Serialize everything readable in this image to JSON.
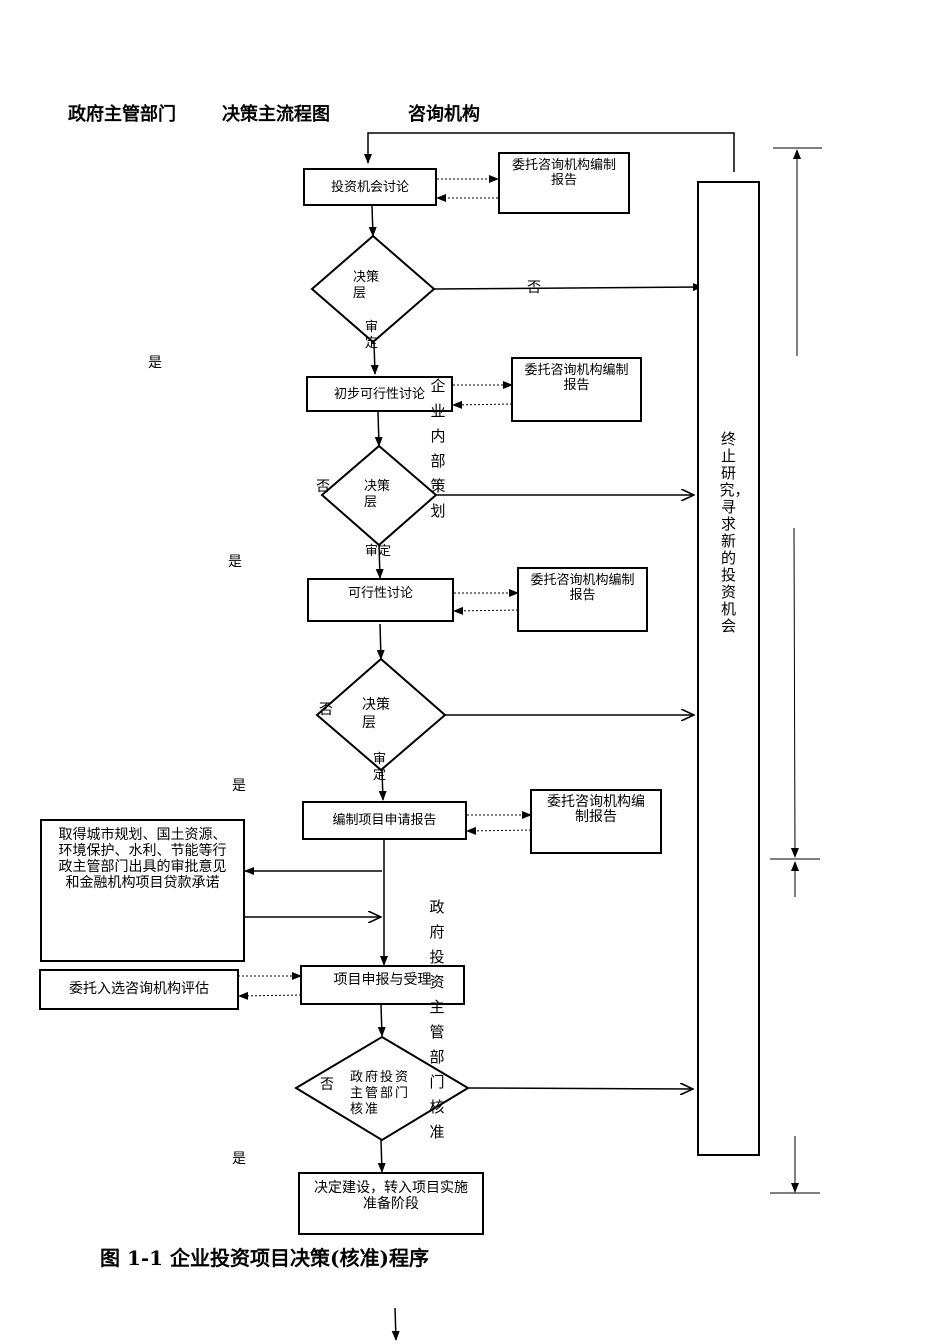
{
  "header": {
    "gov_dept": "政府主管部门",
    "main_flow": "决策主流程图",
    "consult_org": "咨询机构"
  },
  "boxes": {
    "investment_discussion": "投资机会讨论",
    "consult_report_1": "委托咨询机构编制报告",
    "prelim_feasibility": "初步可行性讨论",
    "consult_report_2": "委托咨询机构编制报告",
    "feasibility": "可行性讨论",
    "consult_report_3": "委托咨询机构编制报告",
    "project_application": "编制项目申请报告",
    "consult_report_4": "委托咨询机构编制报告",
    "approvals": "取得城市规划、国土资源、环境保护、水利、节能等行政主管部门出具的审批意见和金融机构项目贷款承诺",
    "project_submission": "项目申报与受理",
    "entrust_evaluation": "委托入选咨询机构评估",
    "decide_build": "决定建设，转入项目实施准备阶段",
    "terminate": "终止研究，寻求新的投资机会"
  },
  "decisions": {
    "d1": "决策层",
    "d1_tail": "审定",
    "d2": "决策层",
    "d2_tail": "审定",
    "d3": "决策层",
    "d3_tail": "审定",
    "d4": "政府投资主管部门核准"
  },
  "labels": {
    "yes": "是",
    "no": "否",
    "enterprise_planning": "企业内部策划",
    "gov_dept_vertical": "政府投资主管部门核准"
  },
  "caption": "图 1-1 企业投资项目决策(核准)程序"
}
